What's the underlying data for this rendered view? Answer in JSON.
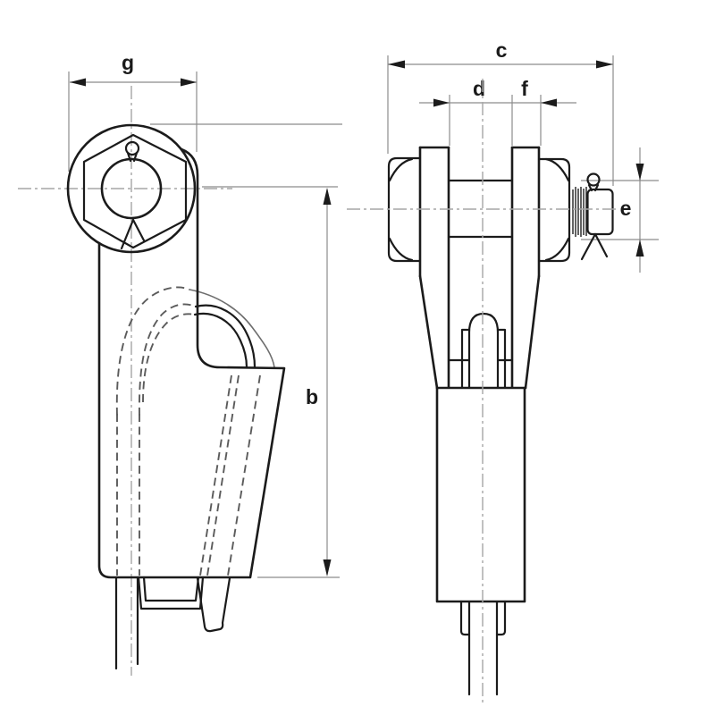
{
  "drawing": {
    "type": "technical-diagram",
    "subject": "wedge socket with pin and cotter pin, two orthographic views",
    "dimension_labels": {
      "g": "g",
      "b": "b",
      "c": "c",
      "d": "d",
      "f": "f",
      "e": "e"
    },
    "colors": {
      "background": "#ffffff",
      "part_line": "#1b1b1b",
      "hidden_line": "#5b5b5b",
      "centerline": "#a6a6a6",
      "dimension_line": "#8c8c8c",
      "arrowhead": "#1b1b1b",
      "label_text": "#1a1a1a"
    }
  }
}
